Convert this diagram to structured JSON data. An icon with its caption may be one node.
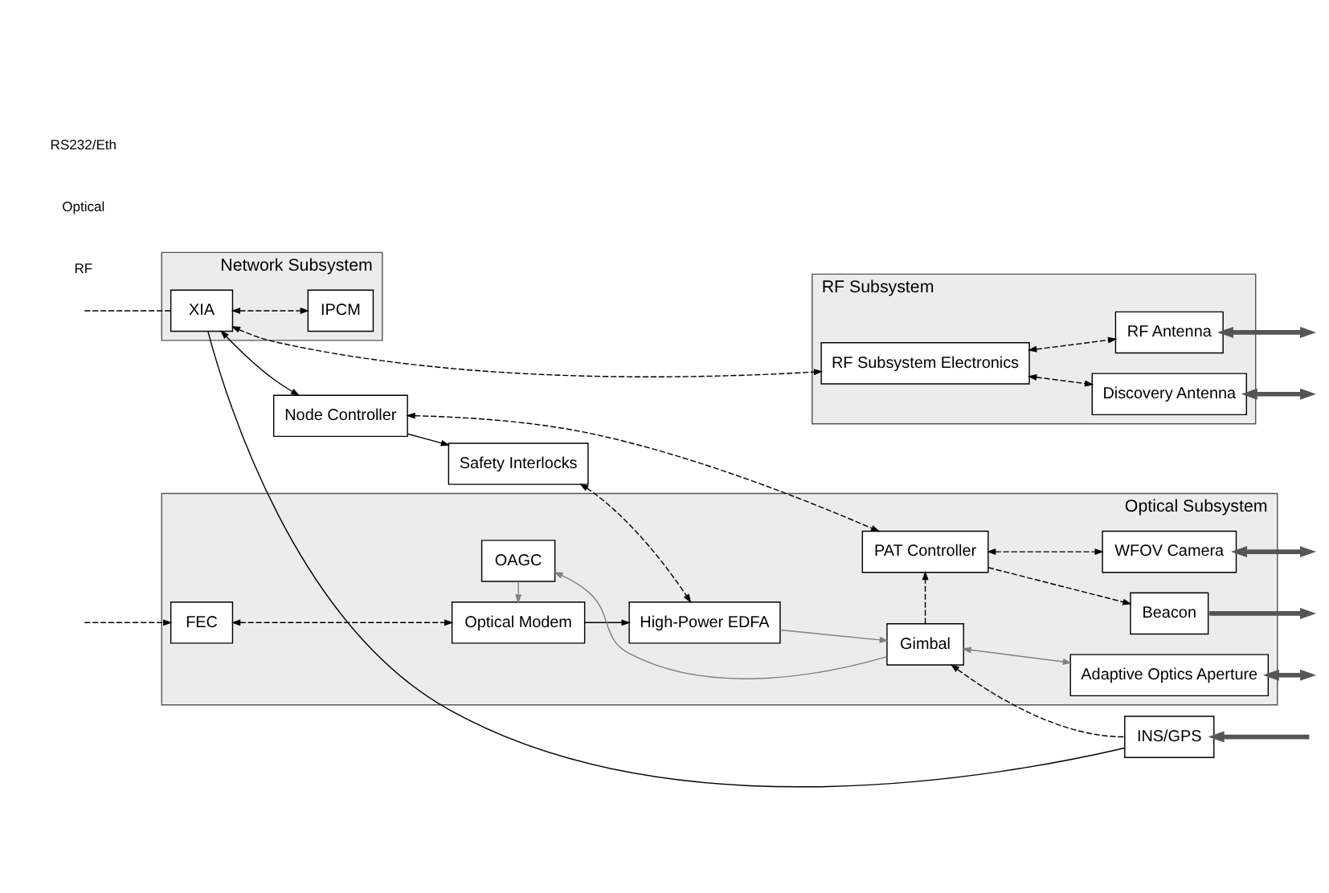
{
  "diagram": {
    "nodes": [
      {
        "text": [
          "Network Subsystem"
        ]
      },
      {
        "text": [
          "IPCM"
        ],
        "in": 0
      },
      {
        "text": [
          "XIA"
        ],
        "in": 0
      },
      {
        "text": [
          "RF Subsystem"
        ]
      },
      {
        "text": [
          "RF Subsystem Electronics"
        ],
        "in": 3
      },
      {
        "text": [
          "RF Antenna"
        ],
        "in": 3
      },
      {
        "text": [
          "Discovery Antenna"
        ],
        "in": 3
      },
      {
        "text": [
          "Node Controller"
        ]
      },
      {
        "text": [
          "Safety Interlocks"
        ]
      },
      {
        "text": [
          "INS/GPS"
        ]
      },
      {
        "text": [
          "Optical Subsystem"
        ]
      },
      {
        "text": [
          "PAT Controller"
        ],
        "in": 10
      },
      {
        "text": [
          "WFOV Camera"
        ],
        "in": 10
      },
      {
        "text": [
          "FEC"
        ],
        "in": 10
      },
      {
        "text": [
          "Optical Modem"
        ],
        "in": 10
      },
      {
        "text": [
          "High-Power EDFA"
        ],
        "in": 10
      },
      {
        "text": [
          "Beacon"
        ],
        "in": 10
      },
      {
        "text": [
          "Gimbal"
        ],
        "in": 10
      },
      {
        "text": [
          "Adaptive Optics Aperture"
        ],
        "in": 10
      },
      {
        "text": [
          "OAGC"
        ],
        "in": 10
      }
    ],
    "edges": [
      {
        "from": 2,
        "to": 1,
        "arrow": "both",
        "style": "dashed"
      },
      {
        "from": null,
        "to": 2,
        "arrow": "none",
        "style": "dashed"
      },
      {
        "from": 2,
        "to": 4,
        "arrow": "both",
        "style": "dashed"
      },
      {
        "from": 4,
        "to": 5,
        "arrow": "both",
        "style": "dashed"
      },
      {
        "from": 4,
        "to": 6,
        "arrow": "both",
        "style": "dashed"
      },
      {
        "from": 5,
        "to": null,
        "arrow": "both",
        "style": "thick"
      },
      {
        "from": 6,
        "to": null,
        "arrow": "both",
        "style": "thick"
      },
      {
        "from": 2,
        "to": 7,
        "arrow": "both"
      },
      {
        "from": 2,
        "to": 9,
        "arrow": "none"
      },
      {
        "from": 7,
        "to": 8,
        "arrow": "to"
      },
      {
        "from": null,
        "to": 9,
        "arrow": "to",
        "style": "thick"
      },
      {
        "from": 7,
        "to": 11,
        "arrow": "both",
        "style": "dashed"
      },
      {
        "from": 8,
        "to": 15,
        "arrow": "both",
        "style": "dashed"
      },
      {
        "from": 9,
        "to": 17,
        "arrow": "to",
        "style": "dashed"
      },
      {
        "from": 17,
        "to": 11,
        "arrow": "to",
        "style": "dashed"
      },
      {
        "from": 11,
        "to": 12,
        "arrow": "both",
        "style": "dashed"
      },
      {
        "from": 11,
        "to": 16,
        "arrow": "to",
        "style": "dashed"
      },
      {
        "from": 12,
        "to": null,
        "arrow": "both",
        "style": "thick"
      },
      {
        "from": 16,
        "to": null,
        "arrow": "to",
        "style": "thick"
      },
      {
        "from": 18,
        "to": null,
        "arrow": "both",
        "style": "thick"
      },
      {
        "from": null,
        "to": 13,
        "arrow": "to",
        "style": "dashed"
      },
      {
        "from": 13,
        "to": 14,
        "arrow": "both",
        "style": "dashed"
      },
      {
        "from": 14,
        "to": 15,
        "arrow": "to"
      },
      {
        "from": 15,
        "to": 17,
        "arrow": "to",
        "color": "#808080"
      },
      {
        "from": 17,
        "to": 18,
        "arrow": "both",
        "color": "#808080"
      },
      {
        "from": 17,
        "to": 19,
        "arrow": "to",
        "color": "#808080"
      },
      {
        "from": 19,
        "to": 14,
        "arrow": "to",
        "color": "#808080"
      }
    ],
    "legend": [
      {
        "text": "RS232/Eth"
      },
      {
        "text": "Optical"
      },
      {
        "text": "RF"
      }
    ]
  }
}
